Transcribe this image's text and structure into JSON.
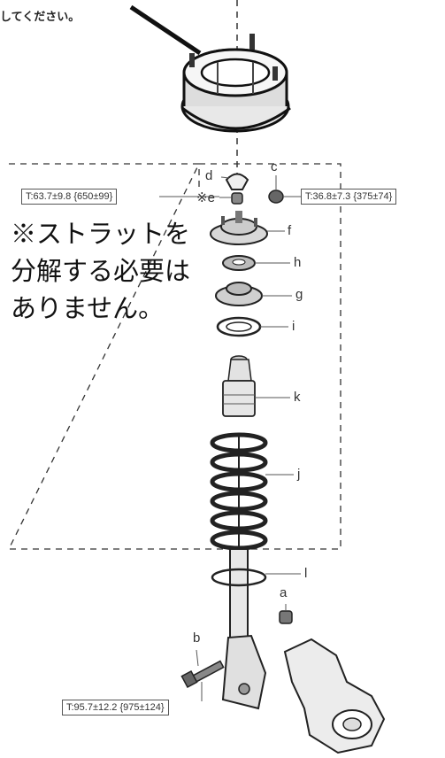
{
  "note_top": "してください。",
  "note_main": [
    "※ストラットを",
    "分解する必要は",
    "ありません。"
  ],
  "labels": {
    "a": "a",
    "b": "b",
    "c": "c",
    "d": "d",
    "e": "※e",
    "f": "f",
    "g": "g",
    "h": "h",
    "i": "i",
    "j": "j",
    "k": "k",
    "l": "l"
  },
  "torques": {
    "e": "T:63.7±9.8 {650±99}",
    "c": "T:36.8±7.3 {375±74}",
    "b": "T:95.7±12.2 {975±124}"
  }
}
